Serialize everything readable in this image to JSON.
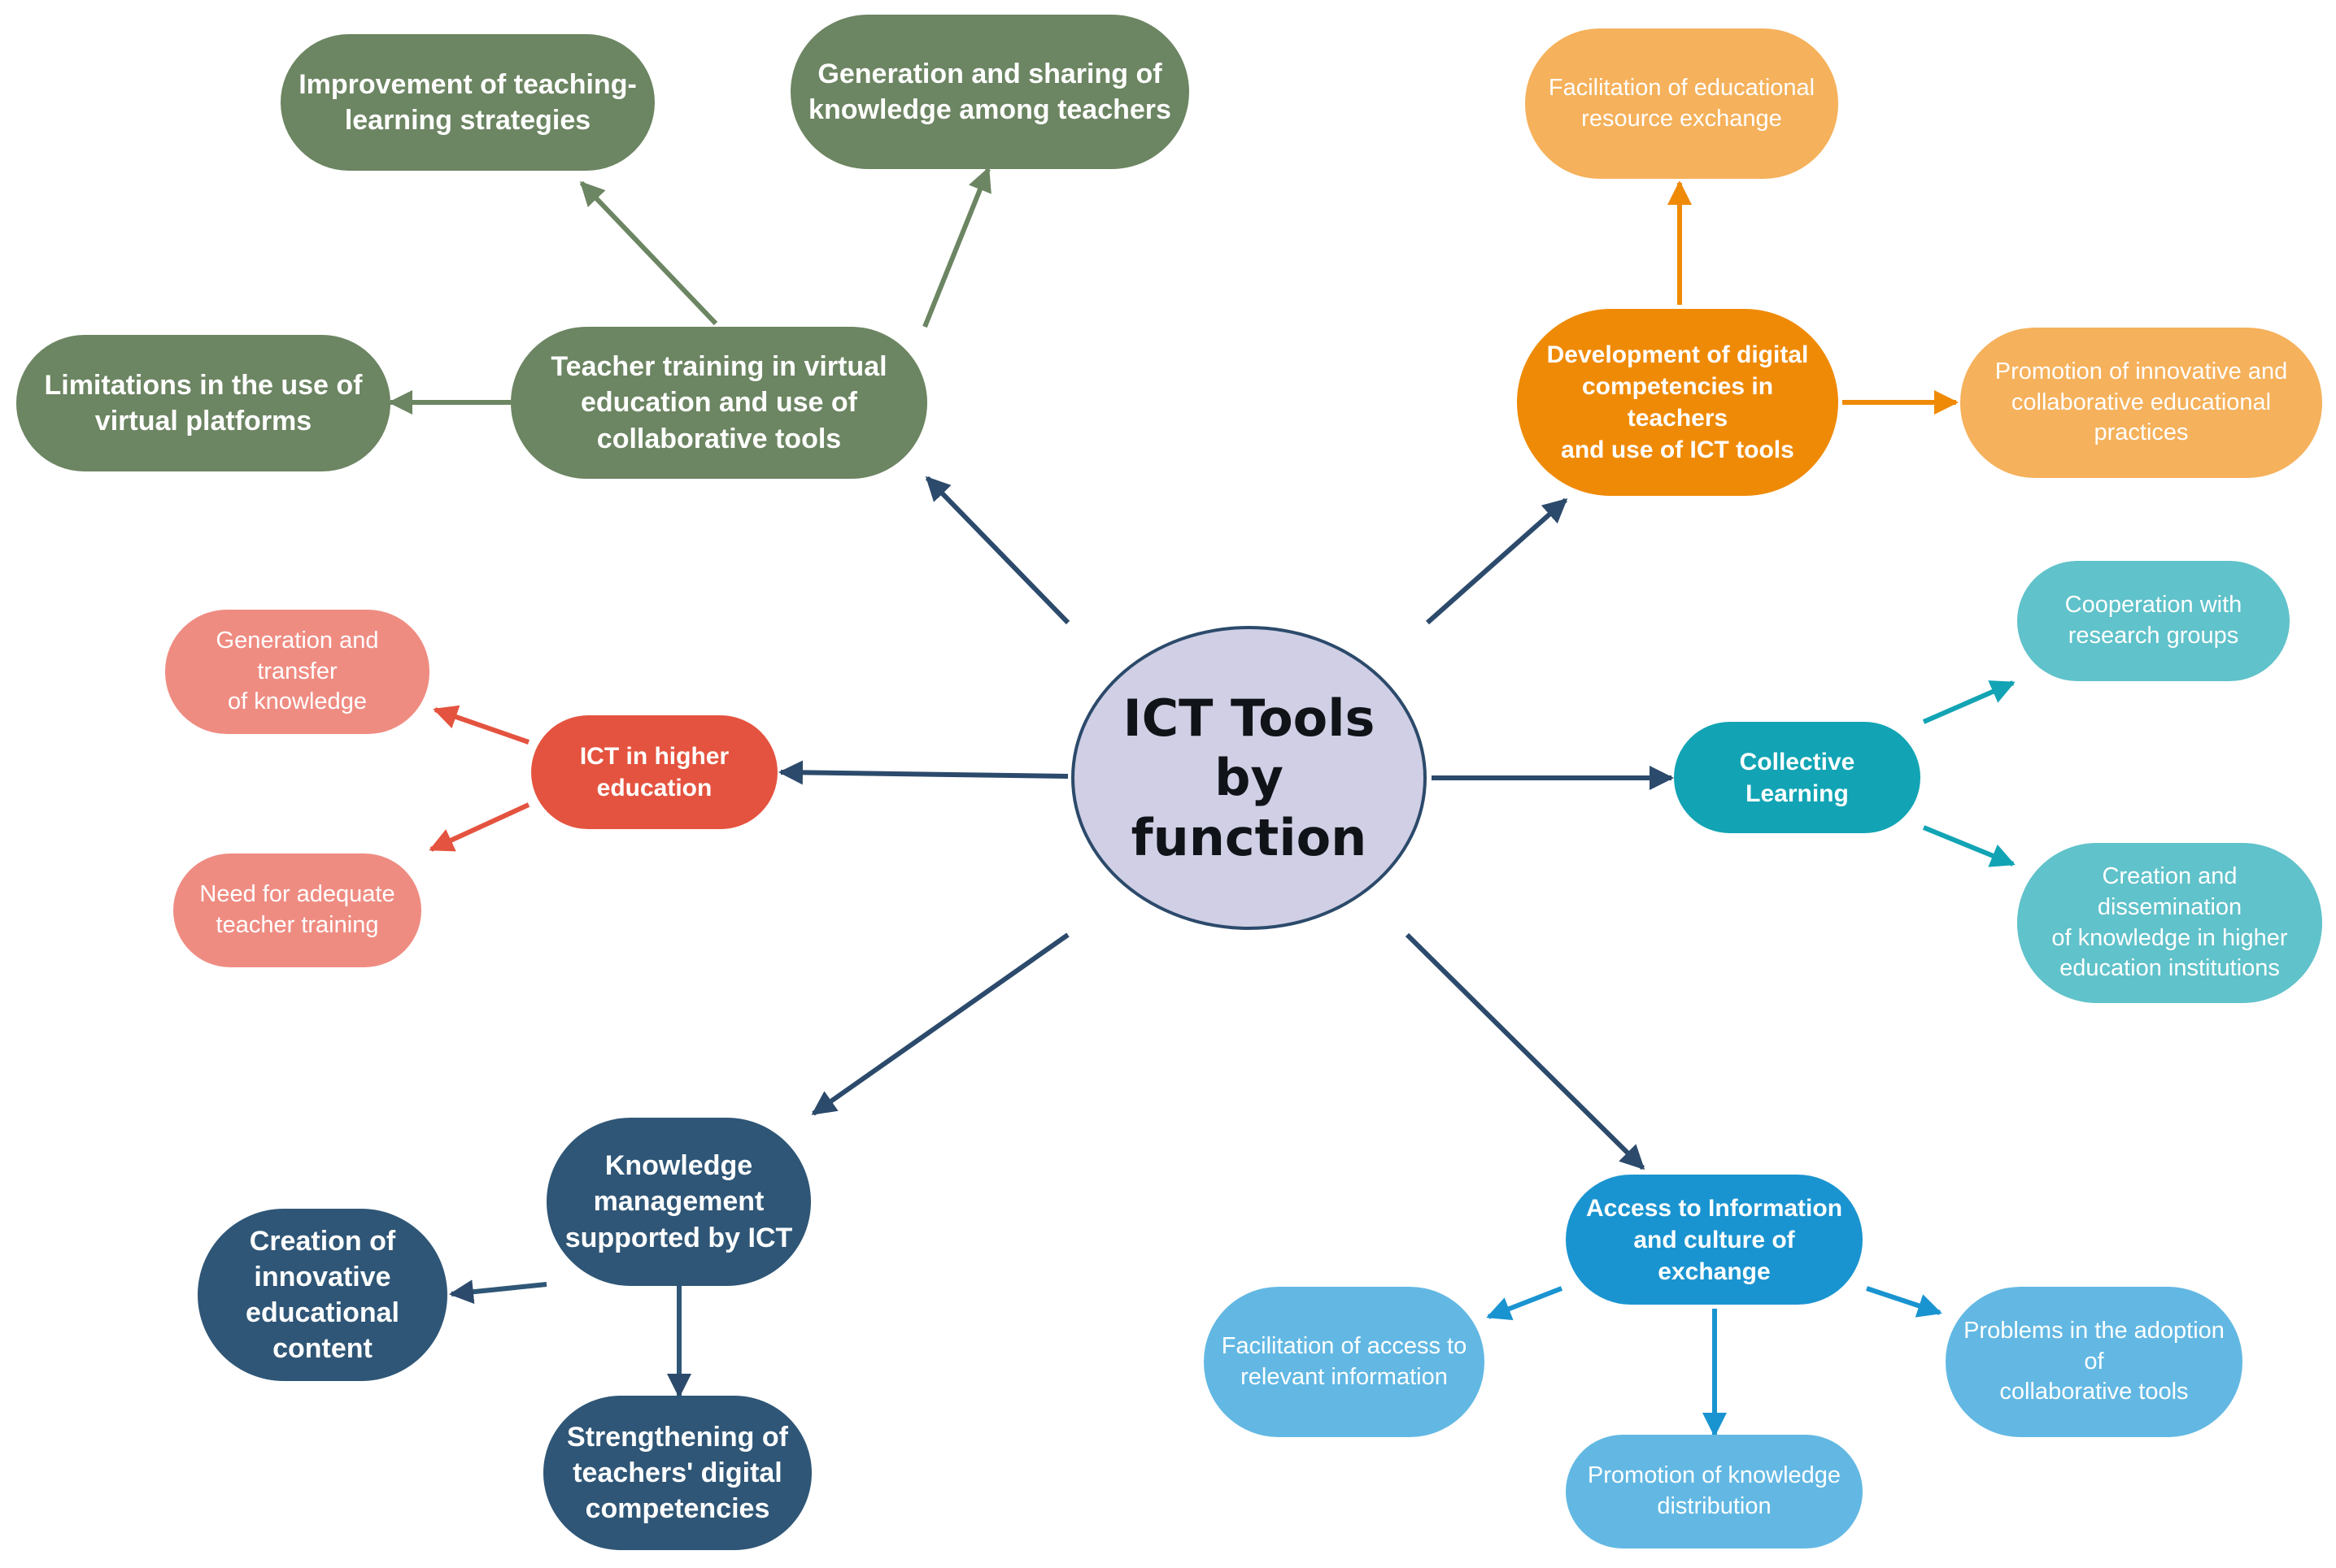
{
  "diagram": {
    "center": {
      "label": "ICT Tools\nby function"
    },
    "branches": [
      {
        "id": "teacher-training",
        "label": "Teacher training in virtual\neducation and use of\ncollaborative tools",
        "color": "#6c8562",
        "children": [
          {
            "label": "Improvement of teaching-\nlearning strategies"
          },
          {
            "label": "Generation and sharing of\nknowledge among teachers"
          },
          {
            "label": "Limitations in the use of\nvirtual platforms"
          }
        ]
      },
      {
        "id": "digital-competencies",
        "label": "Development of digital\ncompetencies in teachers\nand use of ICT tools",
        "color": "#ef8a07",
        "children": [
          {
            "label": "Facilitation of educational\nresource exchange"
          },
          {
            "label": "Promotion of innovative and\ncollaborative educational\npractices"
          }
        ]
      },
      {
        "id": "collective-learning",
        "label": "Collective Learning",
        "color": "#12a4b4",
        "children": [
          {
            "label": "Cooperation with\nresearch groups"
          },
          {
            "label": "Creation and dissemination\nof knowledge in higher\neducation institutions"
          }
        ]
      },
      {
        "id": "access-information",
        "label": "Access to Information\nand  culture of exchange",
        "color": "#1a94d0",
        "children": [
          {
            "label": "Facilitation of access to\nrelevant information"
          },
          {
            "label": "Promotion of knowledge\ndistribution"
          },
          {
            "label": "Problems in the adoption of\ncollaborative tools"
          }
        ]
      },
      {
        "id": "knowledge-management",
        "label": "Knowledge\nmanagement\nsupported by ICT",
        "color": "#2f5676",
        "children": [
          {
            "label": "Creation of\ninnovative\neducational\ncontent"
          },
          {
            "label": "Strengthening of\nteachers' digital\ncompetencies"
          }
        ]
      },
      {
        "id": "ict-higher-education",
        "label": "ICT in higher\neducation",
        "color": "#e4533f",
        "children": [
          {
            "label": "Generation and transfer\nof knowledge"
          },
          {
            "label": "Need for adequate\nteacher training"
          }
        ]
      }
    ]
  }
}
